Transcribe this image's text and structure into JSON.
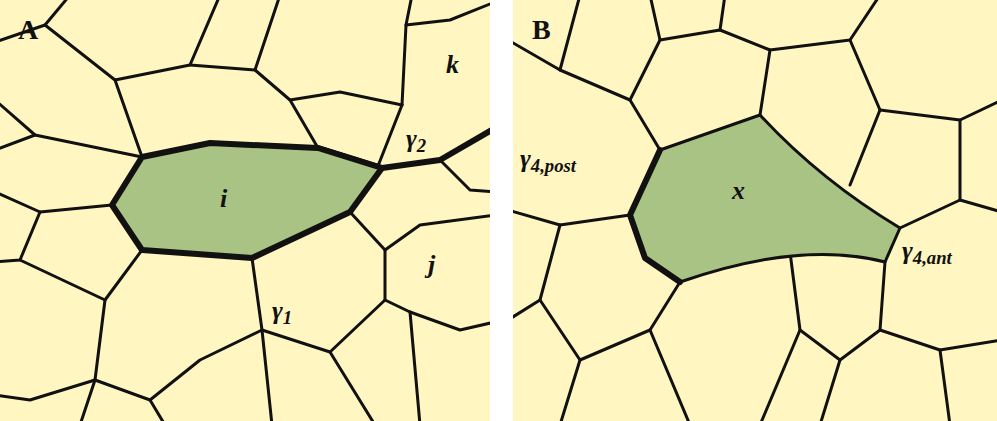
{
  "diagram": {
    "labels": [
      "A",
      "k",
      "γ2",
      "i",
      "j",
      "γ1",
      "B",
      "γ4,post",
      "x",
      "γ4,ant"
    ]
  }
}
